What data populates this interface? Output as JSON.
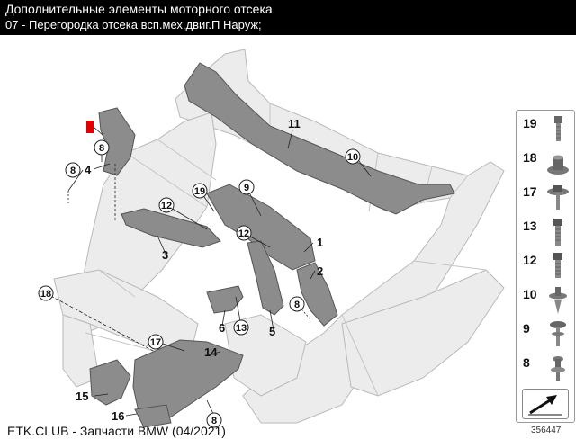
{
  "header": {
    "title": "Дополнительные элементы моторного отсека",
    "subtitle": "07 - Перегородка отсека всп.мех.двиг.П Наруж;"
  },
  "footer": {
    "source": "ETK.CLUB - Запчасти BMW (04/2021)",
    "doc_number": "356447"
  },
  "callouts": {
    "c8a": "8",
    "c8b": "8",
    "c8c": "8",
    "c8d": "8",
    "c19": "19",
    "c12a": "12",
    "c12b": "12",
    "c9": "9",
    "c10": "10",
    "c18": "18",
    "c13": "13",
    "c17": "17"
  },
  "labels": {
    "l1": "1",
    "l2": "2",
    "l3": "3",
    "l4": "4",
    "l5": "5",
    "l6": "6",
    "l11": "11",
    "l14": "14",
    "l15": "15",
    "l16": "16"
  },
  "legend": [
    {
      "number": "19",
      "icon": "bolt-icon"
    },
    {
      "number": "18",
      "icon": "nut-icon"
    },
    {
      "number": "17",
      "icon": "screw-washer-icon"
    },
    {
      "number": "13",
      "icon": "hex-bolt-icon"
    },
    {
      "number": "12",
      "icon": "hex-bolt-icon"
    },
    {
      "number": "10",
      "icon": "clip-icon"
    },
    {
      "number": "9",
      "icon": "screw-icon"
    },
    {
      "number": "8",
      "icon": "rivet-icon"
    }
  ]
}
